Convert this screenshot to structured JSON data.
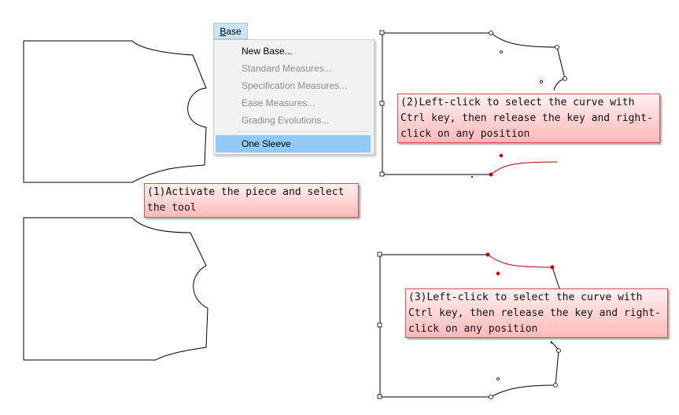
{
  "menu": {
    "title_prefix": "",
    "title_underlined": "B",
    "title_rest": "ase",
    "items": [
      {
        "label": "New Base...",
        "state": "enabled"
      },
      {
        "label": "Standard Measures...",
        "state": "disabled"
      },
      {
        "label": "Specification Measures...",
        "state": "disabled"
      },
      {
        "label": "Ease Measures...",
        "state": "disabled"
      },
      {
        "label": "Grading Evolutions...",
        "state": "disabled"
      },
      {
        "label": "One Sleeve",
        "state": "selected"
      }
    ]
  },
  "callouts": {
    "step1": "(1)Activate the piece and select\nthe tool",
    "step2": "(2)Left-click to select the curve with\nCtrl key, then release the key and right-\nclick on any position",
    "step3": "(3)Left-click to select the curve with\nCtrl key, then release the key and right-\nclick on any position"
  },
  "colors": {
    "outline": "#000000",
    "selected_curve": "#c00000",
    "menu_highlight": "#91c9f7",
    "callout_border": "#d25555"
  }
}
